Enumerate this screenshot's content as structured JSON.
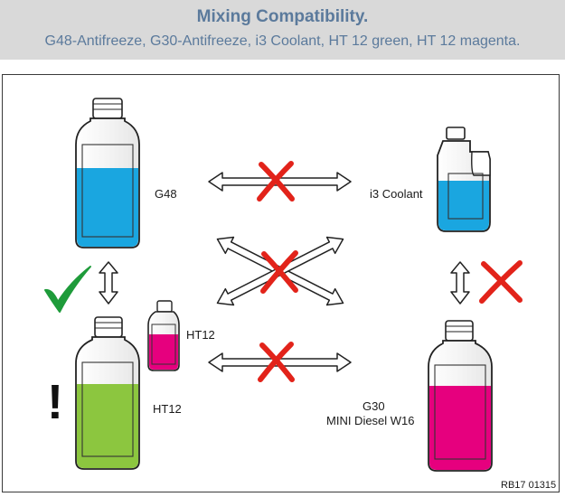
{
  "header": {
    "title": "Mixing Compatibility.",
    "subtitle": "G48-Antifreeze, G30-Antifreeze, i3 Coolant, HT 12 green, HT 12 magenta."
  },
  "labels": {
    "g48": "G48",
    "i3": "i3 Coolant",
    "ht12_small": "HT12",
    "ht12_large": "HT12",
    "g30_line1": "G30",
    "g30_line2": "MINI Diesel W16",
    "exclamation": "!",
    "ref_code": "RB17 01315"
  },
  "colors": {
    "header_bg": "#d9d9d9",
    "title": "#5b7a9c",
    "blue_coolant": "#1aa6e0",
    "green_coolant": "#8cc63f",
    "magenta_coolant": "#e6007e",
    "cross_red": "#e2231a",
    "check_green": "#1e9b3a"
  },
  "icons": {
    "compatible": "checkmark-icon",
    "incompatible": "cross-icon",
    "warning": "exclamation-icon"
  }
}
